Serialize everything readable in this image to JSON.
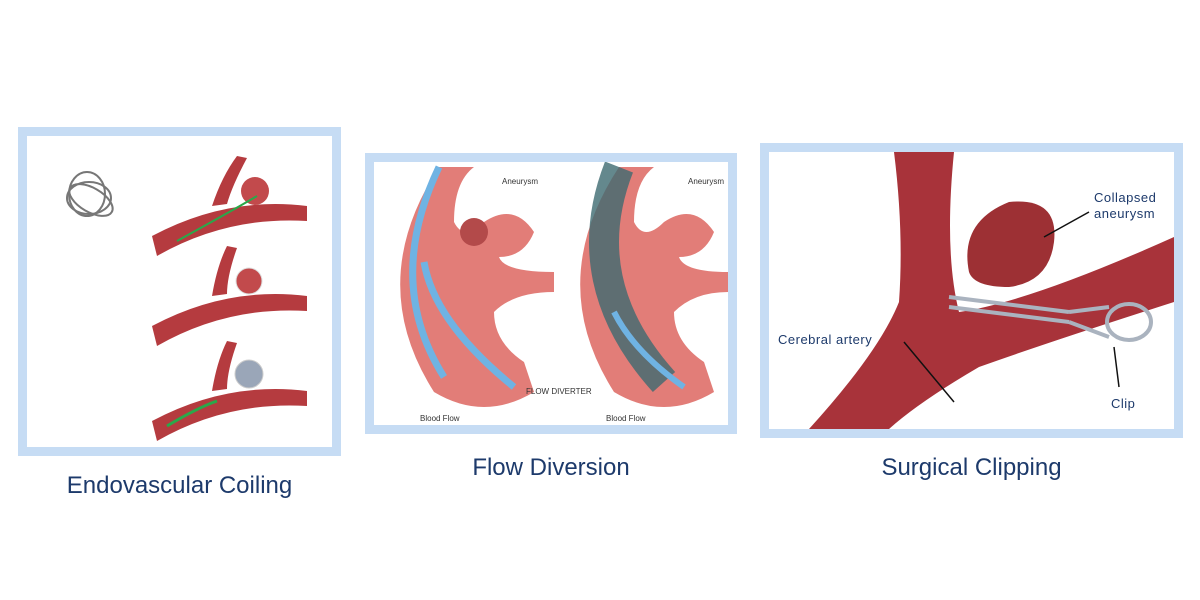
{
  "panels": [
    {
      "caption": "Endovascular Coiling"
    },
    {
      "caption": "Flow Diversion",
      "labels": {
        "aneurysm_left": "Aneurysm",
        "aneurysm_right": "Aneurysm",
        "blood_flow_left": "Blood Flow",
        "blood_flow_right": "Blood Flow",
        "flow_diverter": "FLOW DIVERTER"
      }
    },
    {
      "caption": "Surgical Clipping",
      "labels": {
        "collapsed_aneurysm": "Collapsed aneurysm",
        "cerebral_artery": "Cerebral artery",
        "clip": "Clip"
      }
    }
  ],
  "colors": {
    "frame": "#c6dcf4",
    "caption": "#1d3a6b",
    "artery": "#a8333a",
    "flow_arrow": "#6fb3e3"
  }
}
